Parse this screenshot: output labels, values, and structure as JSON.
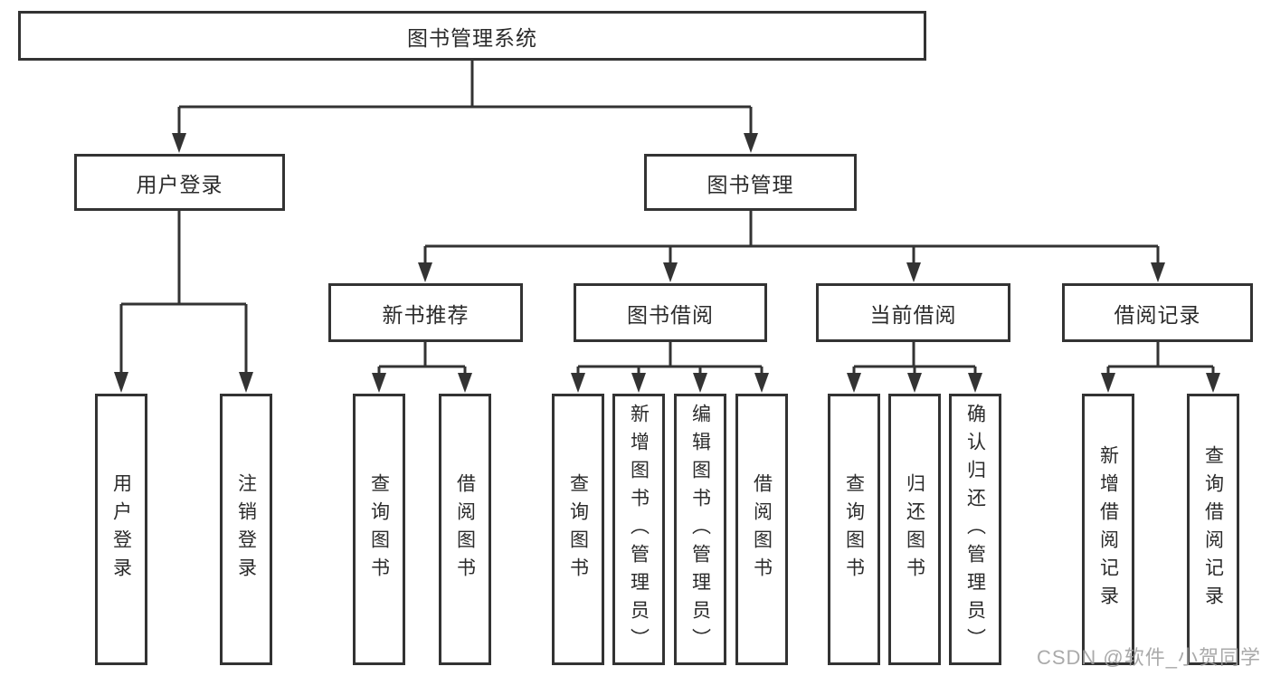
{
  "page": {
    "background": "#ffffff"
  },
  "diagram": {
    "type": "hierarchy-tree",
    "line_color": "#333333",
    "box_border_color": "#333333",
    "text_color": "#2b2b2b",
    "nodes": {
      "root": "图书管理系统",
      "user_login": "用户登录",
      "book_mgmt": "图书管理",
      "new_book_rec": "新书推荐",
      "book_borrow": "图书借阅",
      "current_borrow": "当前借阅",
      "borrow_records": "借阅记录",
      "ul_login": "用户登录",
      "ul_logout": "注销登录",
      "nb_query": "查询图书",
      "nb_borrow": "借阅图书",
      "bb_query": "查询图书",
      "bb_add": "新增图书（管理员）",
      "bb_edit": "编辑图书（管理员）",
      "bb_borrow": "借阅图书",
      "cb_query": "查询图书",
      "cb_return": "归还图书",
      "cb_confirm": "确认归还（管理员）",
      "br_add": "新增借阅记录",
      "br_query": "查询借阅记录"
    },
    "hierarchy": {
      "图书管理系统": {
        "用户登录": [
          "用户登录",
          "注销登录"
        ],
        "图书管理": {
          "新书推荐": [
            "查询图书",
            "借阅图书"
          ],
          "图书借阅": [
            "查询图书",
            "新增图书（管理员）",
            "编辑图书（管理员）",
            "借阅图书"
          ],
          "当前借阅": [
            "查询图书",
            "归还图书",
            "确认归还（管理员）"
          ],
          "借阅记录": [
            "新增借阅记录",
            "查询借阅记录"
          ]
        }
      }
    },
    "watermark": "CSDN @软件_小贺同学"
  }
}
